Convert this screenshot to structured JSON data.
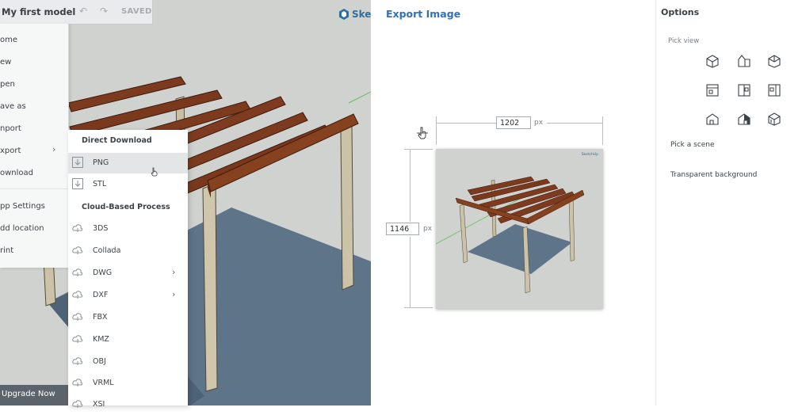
{
  "toolbar": {
    "title": "My first model",
    "undo_icon": "undo-icon",
    "redo_icon": "redo-icon",
    "saved": "SAVED"
  },
  "brand": {
    "text": "Sket"
  },
  "main_menu": {
    "items": [
      {
        "label": "ome"
      },
      {
        "label": "ew"
      },
      {
        "label": "pen"
      },
      {
        "label": "ave as"
      },
      {
        "label": "nport"
      },
      {
        "label": "xport"
      },
      {
        "label": "ownload"
      },
      {
        "label": "pp Settings"
      },
      {
        "label": "dd location"
      },
      {
        "label": "rint"
      }
    ]
  },
  "upgrade": {
    "label": "Upgrade Now"
  },
  "export_menu": {
    "direct_header": "Direct Download",
    "direct_items": [
      {
        "label": "PNG",
        "icon": "download-icon"
      },
      {
        "label": "STL",
        "icon": "download-icon"
      }
    ],
    "cloud_header": "Cloud-Based Process",
    "cloud_items": [
      {
        "label": "3DS",
        "icon": "cloud-icon"
      },
      {
        "label": "Collada",
        "icon": "cloud-icon"
      },
      {
        "label": "DWG",
        "icon": "cloud-icon",
        "submenu": true
      },
      {
        "label": "DXF",
        "icon": "cloud-icon",
        "submenu": true
      },
      {
        "label": "FBX",
        "icon": "cloud-icon"
      },
      {
        "label": "KMZ",
        "icon": "cloud-icon"
      },
      {
        "label": "OBJ",
        "icon": "cloud-icon"
      },
      {
        "label": "VRML",
        "icon": "cloud-icon"
      },
      {
        "label": "XSI",
        "icon": "cloud-icon"
      }
    ]
  },
  "export_image": {
    "title": "Export Image",
    "width_value": "1202",
    "height_value": "1146",
    "unit": "px",
    "watermark": "SketchUp"
  },
  "options": {
    "title": "Options",
    "pick_view": "Pick view",
    "view_icons": [
      "iso-view-icon",
      "perspective-house-icon",
      "iso-back-view-icon",
      "top-view-icon",
      "front-view-icon",
      "side-view-icon",
      "left-iso-icon",
      "right-iso-icon",
      "bottom-iso-icon"
    ],
    "pick_scene": "Pick a scene",
    "transparent_bg": "Transparent background"
  },
  "colors": {
    "accent_blue": "#2f73b6",
    "beam": "#7c3a1e",
    "post": "#cbc2a7",
    "floor": "#5d7489",
    "viewport": "#cfd2cf"
  }
}
